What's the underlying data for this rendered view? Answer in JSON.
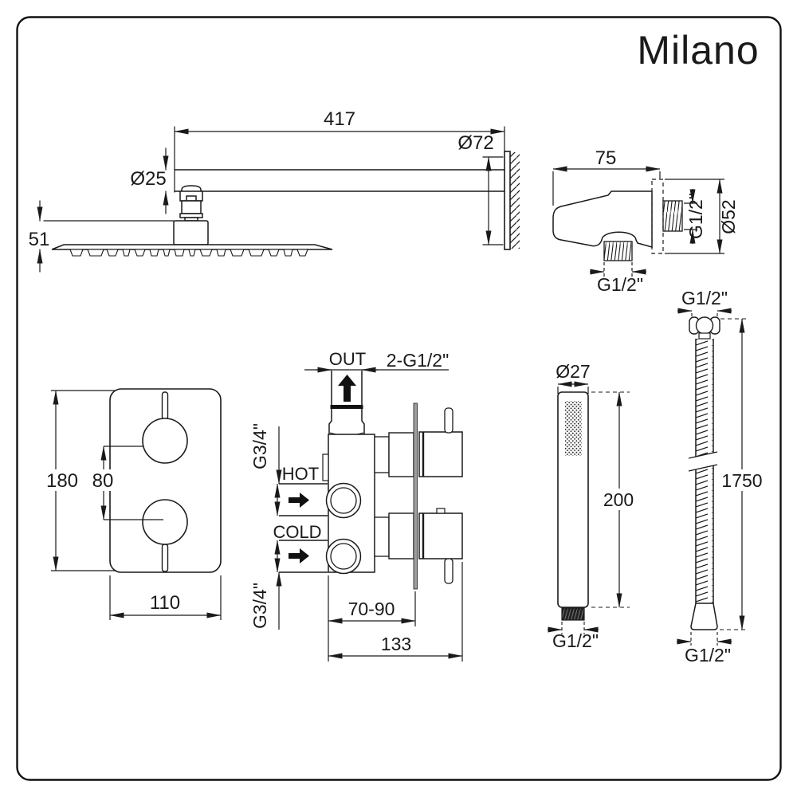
{
  "brand": "Milano",
  "colors": {
    "line": "#1a1a1a",
    "background": "#ffffff",
    "wall_plate_gray": "#9e9e9e",
    "thread_dark": "#222222"
  },
  "components": {
    "head_assembly": {
      "arm_length": "417",
      "flange_diameter": "Ø72",
      "arm_diameter": "Ø25",
      "head_depth": "51"
    },
    "outlet_elbow": {
      "projection": "75",
      "outlet_thread": "G1/2\"",
      "flange_diameter": "Ø52",
      "bottom_thread": "G1/2\""
    },
    "trim_plate": {
      "height": "180",
      "handle_centres": "80",
      "width": "110"
    },
    "mixer_valve": {
      "outlet_label": "OUT",
      "connections": "2-G1/2\"",
      "upper_inlet_thread": "G3/4\"",
      "hot_label": "HOT",
      "cold_label": "COLD",
      "lower_inlet_thread": "G3/4\"",
      "recess_depth": "70-90",
      "body_width": "133"
    },
    "hand_shower": {
      "diameter": "Ø27",
      "length": "200",
      "thread": "G1/2\""
    },
    "hose": {
      "top_thread": "G1/2\"",
      "length": "1750",
      "bottom_thread": "G1/2\""
    }
  }
}
